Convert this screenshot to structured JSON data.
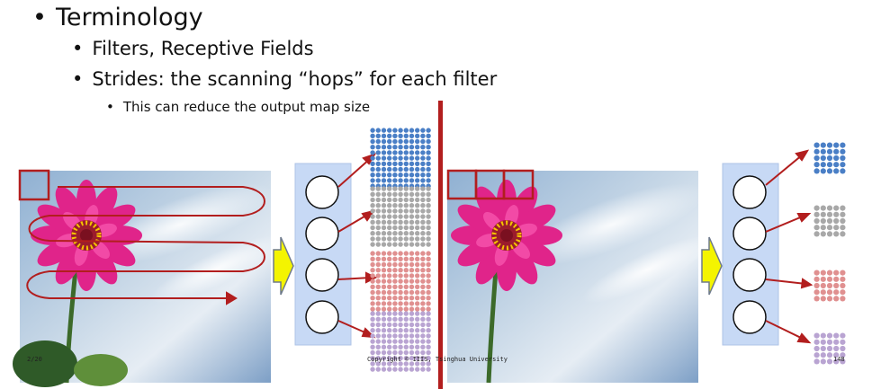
{
  "slide": {
    "bullets": [
      {
        "level": 1,
        "text": "Terminology"
      },
      {
        "level": 2,
        "text": "Filters, Receptive Fields"
      },
      {
        "level": 2,
        "text": "Strides: the scanning “hops” for each filter"
      },
      {
        "level": 3,
        "text": "This can reduce the output map size"
      }
    ],
    "footer": {
      "left": "2/20",
      "center": "Copyright © IIIS, Tsinghua University",
      "right": "148"
    }
  },
  "figure": {
    "left_panel": {
      "stride": 1,
      "output_grid": 11
    },
    "right_panel": {
      "stride": 3,
      "output_grid": 5
    },
    "map_colors": [
      "#4a7fc6",
      "#a8a8a8",
      "#e09090",
      "#b9a4d2"
    ],
    "accent_color": "#b21e1e",
    "arrow_fill": "#f4f400",
    "network_panel_color": "#c7d9f5"
  }
}
